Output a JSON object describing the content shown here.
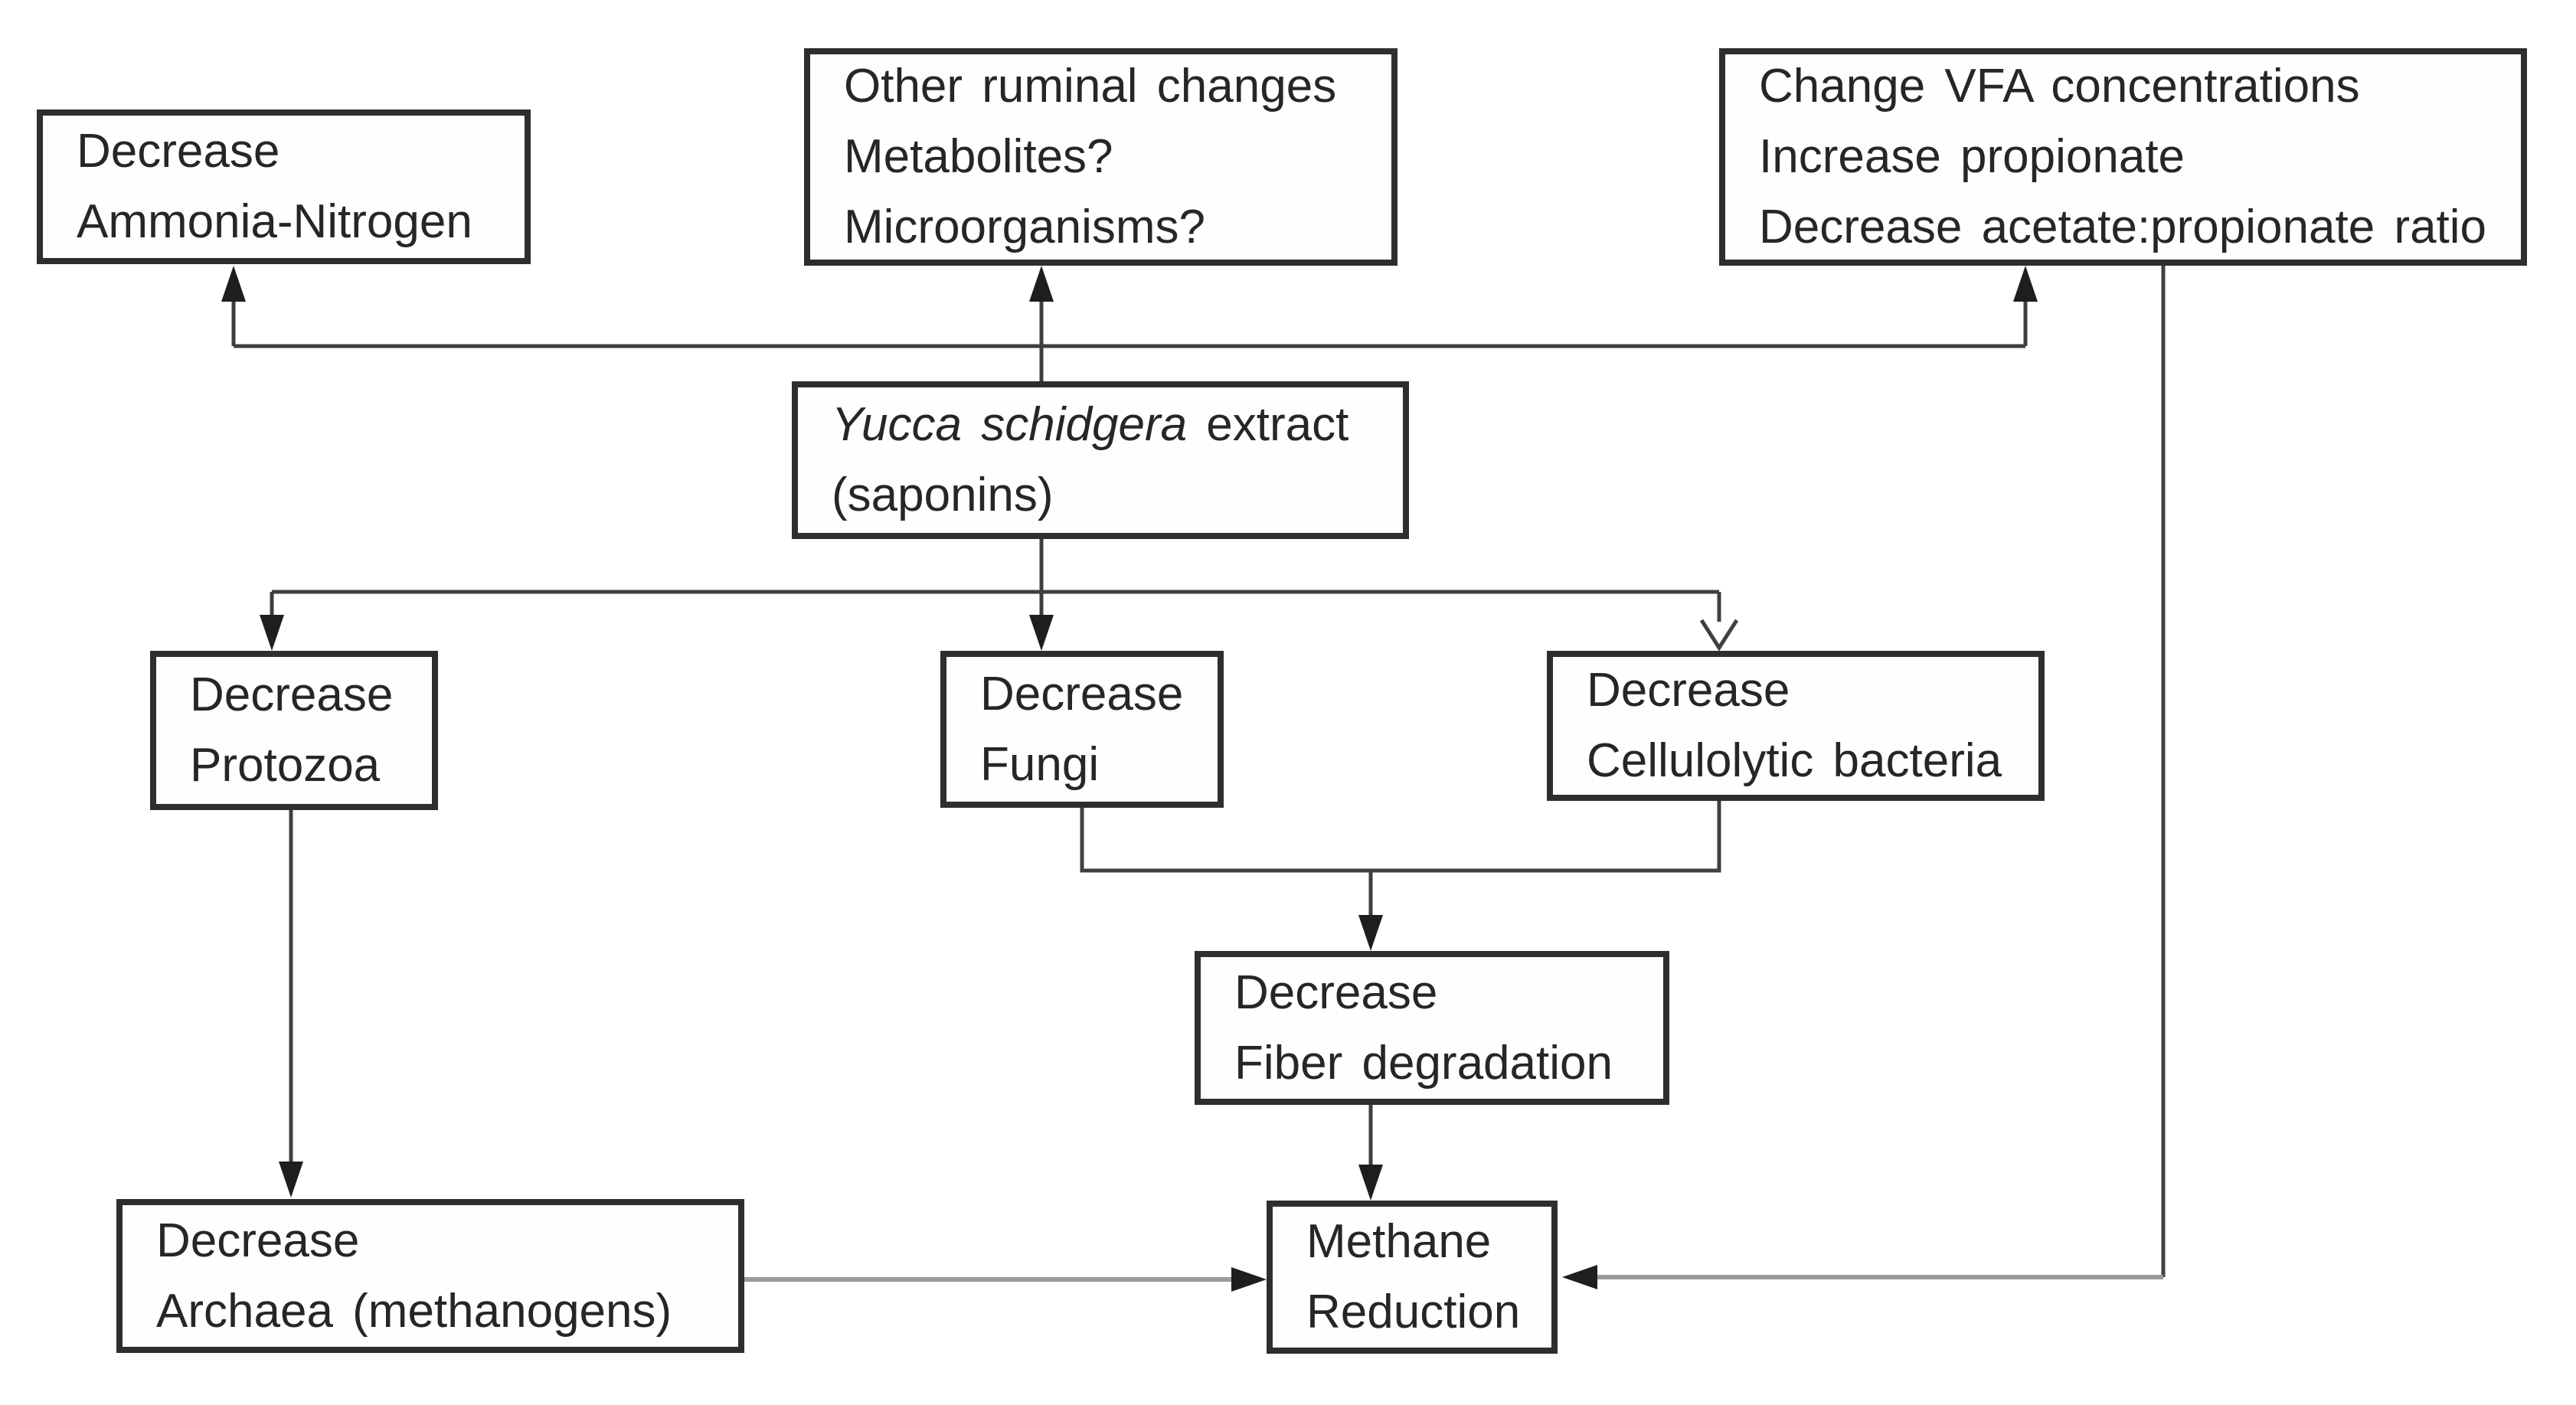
{
  "nodes": {
    "ammonia": {
      "line1": "Decrease",
      "line2": "Ammonia-Nitrogen"
    },
    "ruminal": {
      "line1": "Other ruminal changes",
      "line2": "Metabolites?",
      "line3": "Microorganisms?"
    },
    "vfa": {
      "line1": "Change VFA concentrations",
      "line2": "Increase propionate",
      "line3": "Decrease acetate:propionate ratio"
    },
    "yucca": {
      "line1_italic": "Yucca schidgera",
      "line1_rest": " extract",
      "line2": "(saponins)"
    },
    "protozoa": {
      "line1": "Decrease",
      "line2": "Protozoa"
    },
    "fungi": {
      "line1": "Decrease",
      "line2": "Fungi"
    },
    "cellulolytic": {
      "line1": "Decrease",
      "line2": "Cellulolytic bacteria"
    },
    "fiber": {
      "line1": "Decrease",
      "line2": "Fiber degradation"
    },
    "archaea": {
      "line1": "Decrease",
      "line2": "Archaea (methanogens)"
    },
    "methane": {
      "line1": "Methane",
      "line2": "Reduction"
    }
  },
  "edges": [
    {
      "from": "yucca",
      "to": "ammonia",
      "arrow": "filled"
    },
    {
      "from": "yucca",
      "to": "ruminal",
      "arrow": "filled"
    },
    {
      "from": "yucca",
      "to": "vfa",
      "arrow": "filled"
    },
    {
      "from": "yucca",
      "to": "protozoa",
      "arrow": "filled"
    },
    {
      "from": "yucca",
      "to": "fungi",
      "arrow": "filled"
    },
    {
      "from": "yucca",
      "to": "cellulolytic",
      "arrow": "open"
    },
    {
      "from": "protozoa",
      "to": "archaea",
      "arrow": "filled"
    },
    {
      "from": "fungi & cellulolytic",
      "to": "fiber",
      "arrow": "filled"
    },
    {
      "from": "fiber",
      "to": "methane",
      "arrow": "filled"
    },
    {
      "from": "archaea",
      "to": "methane",
      "arrow": "filled",
      "style": "faded"
    },
    {
      "from": "vfa",
      "to": "methane",
      "arrow": "filled",
      "style": "faded"
    }
  ],
  "colors": {
    "line": "#3f3f3f",
    "faded_line": "#9a9a9a",
    "box_border": "#2e2e2e",
    "text": "#262626",
    "background": "#ffffff"
  }
}
